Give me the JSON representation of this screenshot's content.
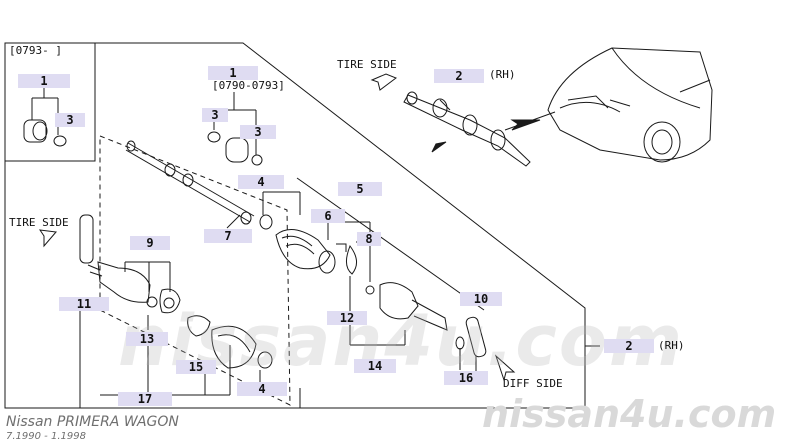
{
  "inset": {
    "bracket": "[0793-      ]",
    "part1": "1",
    "part3": "3"
  },
  "group1": {
    "part1": "1",
    "range": "[0790-0793]",
    "part3a": "3",
    "part3b": "3"
  },
  "parts": {
    "p2_top": "2",
    "p2_top_side": "(RH)",
    "p4_upper": "4",
    "p5": "5",
    "p6": "6",
    "p7": "7",
    "p8": "8",
    "p9": "9",
    "p10": "10",
    "p11": "11",
    "p12": "12",
    "p13": "13",
    "p14": "14",
    "p15": "15",
    "p16": "16",
    "p17": "17",
    "p4_lower": "4",
    "p2_right": "2",
    "p2_right_side": "(RH)"
  },
  "labels": {
    "tire_side_top": "TIRE SIDE",
    "tire_side_left": "TIRE SIDE",
    "diff_side": "DIFF SIDE"
  },
  "watermark": {
    "center": "nissan4u.com",
    "bottom_right": "nissan4u.com"
  },
  "caption": {
    "model": "Nissan PRIMERA WAGON",
    "years": "7.1990 - 1.1998"
  },
  "colors": {
    "callout_bg": "#dfdcf2",
    "line": "#1a1a1a",
    "watermark": "#d9d9d9",
    "caption": "#6f6f6f"
  }
}
